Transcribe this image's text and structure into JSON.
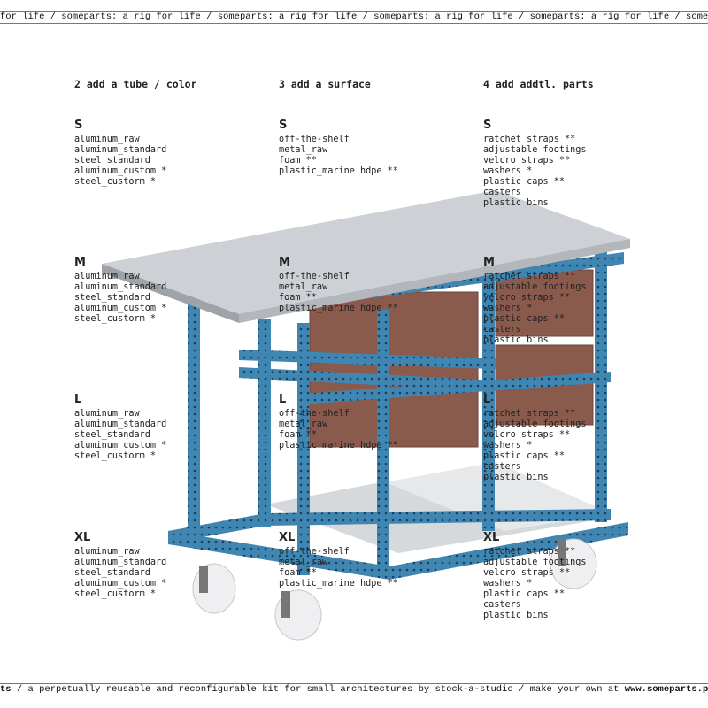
{
  "ticker_top": "for life / someparts: a rig for life / someparts: a rig for life / someparts: a rig for life / someparts: a rig for life / someparts:",
  "ticker_bottom": {
    "prefix": "ts",
    "text": " / a perpetually reusable and reconfigurable kit for small architectures by stock-a-studio / make your own at ",
    "link": "www.someparts.parts",
    "suffix": " /"
  },
  "sizes": [
    "S",
    "M",
    "L",
    "XL"
  ],
  "columns": [
    {
      "title": "2  add a tube / color",
      "items": [
        "aluminum_raw",
        "aluminum_standard",
        "steel_standard",
        "aluminum_custom *",
        "steel_custorm *"
      ]
    },
    {
      "title": "3  add a surface",
      "items": [
        "off-the-shelf",
        "metal_raw",
        "foam **",
        "plastic_marine hdpe **"
      ]
    },
    {
      "title": "4  add addtl. parts",
      "items": [
        "ratchet straps **",
        "adjustable footings",
        "velcro straps **",
        "washers *",
        "plastic caps **",
        "casters",
        "plastic bins"
      ]
    }
  ],
  "colors": {
    "frame": "#3f86b3",
    "top": "#c9ccd0",
    "bin": "#8a5a4c"
  }
}
